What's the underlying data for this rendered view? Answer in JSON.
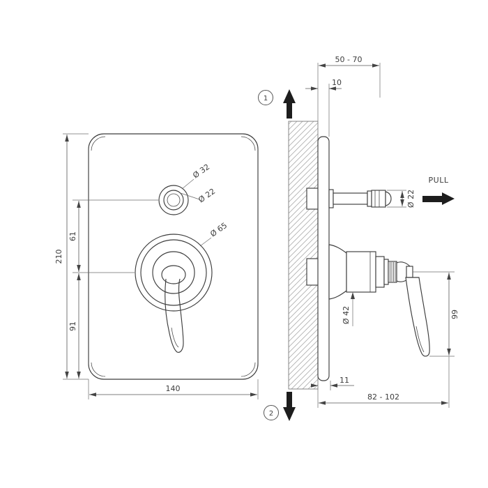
{
  "front_view": {
    "labels": {
      "dia_button_outer": "Ø 32",
      "dia_button_inner": "Ø 22",
      "dia_handle": "Ø 65"
    },
    "dimensions": {
      "height": "210",
      "button_to_handle": "61",
      "handle_to_bottom": "91",
      "width": "140"
    }
  },
  "side_view": {
    "labels": {
      "pull": "PULL",
      "dia_diverter": "Ø 22",
      "dia_valve": "Ø 42"
    },
    "dimensions": {
      "wall_depth_range": "50 - 70",
      "plate_thickness": "10",
      "handle_length": "99",
      "plate_offset": "11",
      "total_depth_range": "82 - 102"
    },
    "markers": {
      "top": "1",
      "bottom": "2"
    }
  }
}
